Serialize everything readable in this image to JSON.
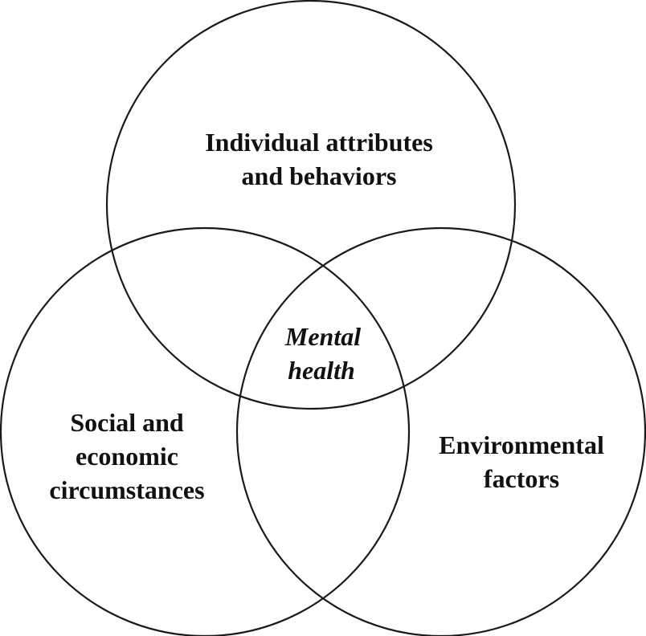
{
  "sets": {
    "individual": {
      "line1": "Individual attributes",
      "line2": "and behaviors"
    },
    "social": {
      "line1": "Social and",
      "line2": "economic",
      "line3": "circumstances"
    },
    "environmental": {
      "line1": "Environmental",
      "line2": "factors"
    }
  },
  "center": {
    "line1": "Mental",
    "line2": "health"
  },
  "colors": {
    "stroke": "#1a1a1a",
    "text": "#111111",
    "background": "#ffffff"
  }
}
